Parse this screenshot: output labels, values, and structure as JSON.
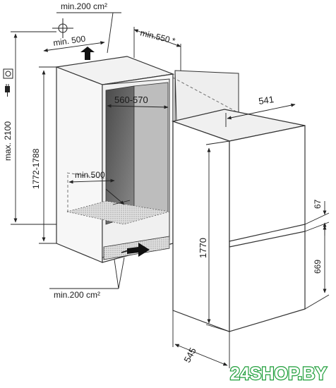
{
  "labels": {
    "top_vent": "min.200 cm²",
    "top_depth": "min. 500",
    "door_clearance": "min.550 *",
    "max_height": "max. 2100",
    "niche_height": "1772-1788",
    "niche_width": "560-570",
    "plinth_depth": "min.500",
    "bottom_vent": "min.200 cm²",
    "appliance_width": "541",
    "appliance_height": "1770",
    "appliance_depth": "545",
    "gap_67": "67",
    "lower_door": "669"
  },
  "icons": [
    "ventilation-crosshair-icon",
    "power-socket-icon",
    "power-plug-icon",
    "airflow-arrow-icon"
  ],
  "watermark": "24SHOP.BY",
  "colors": {
    "line": "#333333",
    "niche_back": "#5e5e5e",
    "watermark_text": "#ffffff",
    "watermark_outline": "#1f9e3a"
  }
}
